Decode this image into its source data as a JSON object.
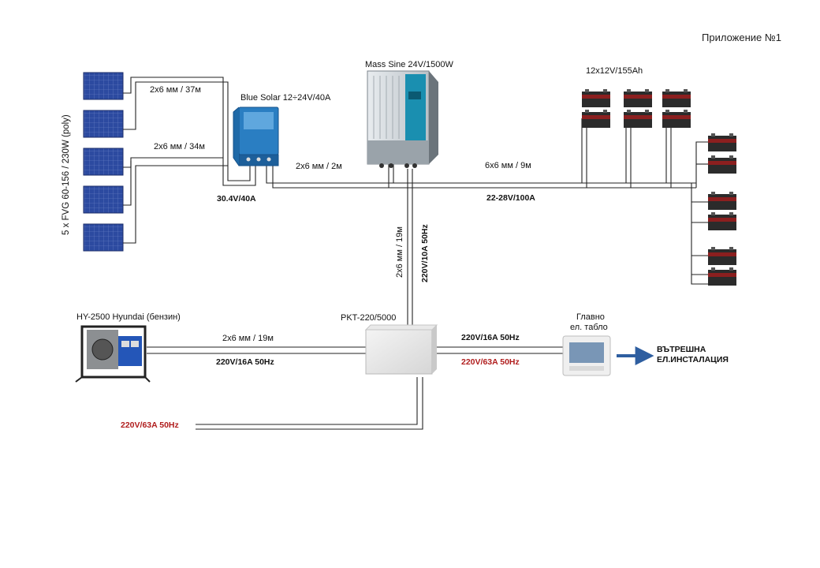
{
  "appendix": "Приложение №1",
  "pv_array": {
    "label": "5 x FVG 60-156 / 230W (poly)",
    "panel_count": 5
  },
  "cables": {
    "pv_upper": "2x6 мм / 37м",
    "pv_lower": "2x6 мм / 34м",
    "controller_to_bus": "2x6 мм / 2м",
    "inverter_down": "2x6 мм / 19м",
    "battery_bus": "6x6 мм / 9м",
    "generator": "2x6 мм / 19м"
  },
  "controller": {
    "label": "Blue Solar 12÷24V/40A",
    "output": "30.4V/40A"
  },
  "inverter": {
    "label": "Mass Sine 24V/1500W",
    "output": "220V/10A 50Hz"
  },
  "batteries": {
    "label": "12x12V/155Ah",
    "bus": "22-28V/100A"
  },
  "generator": {
    "label": "HY-2500 Hyundai (бензин)",
    "output": "220V/16A 50Hz"
  },
  "switch": {
    "label": "PKT-220/5000",
    "out_label": "220V/16A 50Hz",
    "out_label_red": "220V/63A 50Hz",
    "grid_label": "220V/63A 50Hz"
  },
  "panel": {
    "line1": "Главно",
    "line2": "ел. табло"
  },
  "installation": {
    "line1": "ВЪТРЕШНА",
    "line2": "ЕЛ.ИНСТАЛАЦИЯ"
  },
  "colors": {
    "pv_cell": "#2f4fa8",
    "controller": "#2a7ec2",
    "inverter_accent": "#1a8fb0",
    "battery": "#2b2b2b",
    "battery_top": "#8b1f1f",
    "red_text": "#b01d1d",
    "arrow": "#2e5ea0"
  }
}
